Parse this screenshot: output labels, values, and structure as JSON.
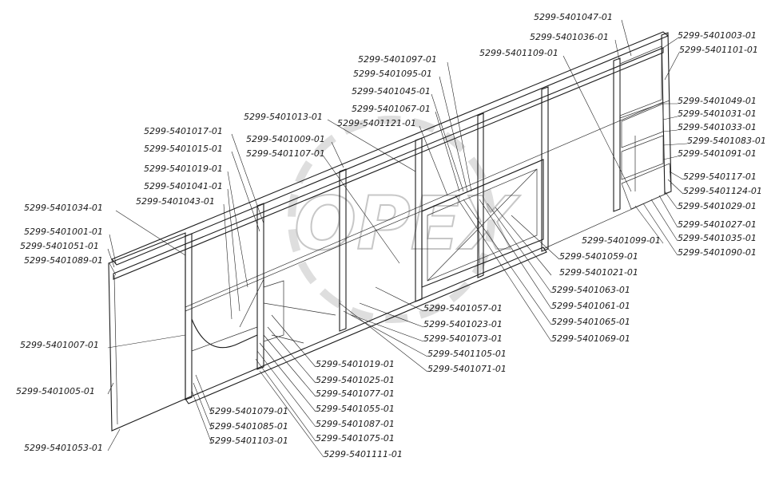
{
  "watermark": "OPEX",
  "labels": [
    "5299-5401047-01",
    "5299-5401036-01",
    "5299-5401003-01",
    "5299-5401101-01",
    "5299-5401109-01",
    "5299-5401097-01",
    "5299-5401095-01",
    "5299-5401045-01",
    "5299-5401067-01",
    "5299-5401013-01",
    "5299-5401121-01",
    "5299-5401009-01",
    "5299-5401107-01",
    "5299-5401017-01",
    "5299-5401015-01",
    "5299-5401019-01",
    "5299-5401041-01",
    "5299-5401043-01",
    "5299-5401034-01",
    "5299-5401001-01",
    "5299-5401051-01",
    "5299-5401089-01",
    "5299-5401049-01",
    "5299-5401031-01",
    "5299-5401033-01",
    "5299-5401083-01",
    "5299-5401091-01",
    "5299-540117-01",
    "5299-5401124-01",
    "5299-5401029-01",
    "5299-5401027-01",
    "5299-5401035-01",
    "5299-5401090-01",
    "5299-5401099-01",
    "5299-5401059-01",
    "5299-5401021-01",
    "5299-5401063-01",
    "5299-5401061-01",
    "5299-5401065-01",
    "5299-5401069-01",
    "5299-5401057-01",
    "5299-5401023-01",
    "5299-5401073-01",
    "5299-5401105-01",
    "5299-5401071-01",
    "5299-5401007-01",
    "5299-5401019-01",
    "5299-5401025-01",
    "5299-5401077-01",
    "5299-5401055-01",
    "5299-5401087-01",
    "5299-5401075-01",
    "5299-5401111-01",
    "5299-5401079-01",
    "5299-5401085-01",
    "5299-5401103-01",
    "5299-5401005-01",
    "5299-5401053-01"
  ]
}
